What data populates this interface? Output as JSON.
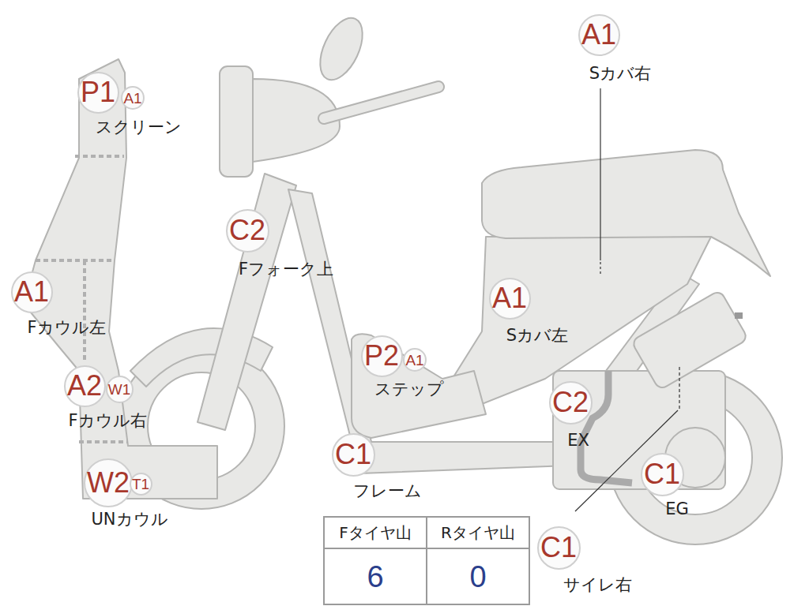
{
  "diagram": {
    "nodes": [
      {
        "text": [
          "P1"
        ]
      },
      {
        "text": [
          "A1"
        ]
      },
      {
        "text": [
          "A1"
        ]
      },
      {
        "text": [
          "C2"
        ]
      },
      {
        "text": [
          "A1"
        ]
      },
      {
        "text": [
          "A1"
        ]
      },
      {
        "text": [
          "P2"
        ]
      },
      {
        "text": [
          "A1"
        ]
      },
      {
        "text": [
          "A2"
        ]
      },
      {
        "text": [
          "W1"
        ]
      },
      {
        "text": [
          "C2"
        ]
      },
      {
        "text": [
          "C1"
        ]
      },
      {
        "text": [
          "W2"
        ]
      },
      {
        "text": [
          "T1"
        ]
      },
      {
        "text": [
          "C1"
        ]
      },
      {
        "text": [
          "C1"
        ]
      }
    ],
    "edges": [],
    "labels": [
      "スクリーン",
      "Sカバ右",
      "Fフォーク上",
      "Fカウル左",
      "Sカバ左",
      "ステップ",
      "Fカウル右",
      "EX",
      "フレーム",
      "UNカウル",
      "EG",
      "サイレ右",
      "Fタイヤ山",
      "Rタイヤ山",
      "6",
      "0"
    ]
  }
}
